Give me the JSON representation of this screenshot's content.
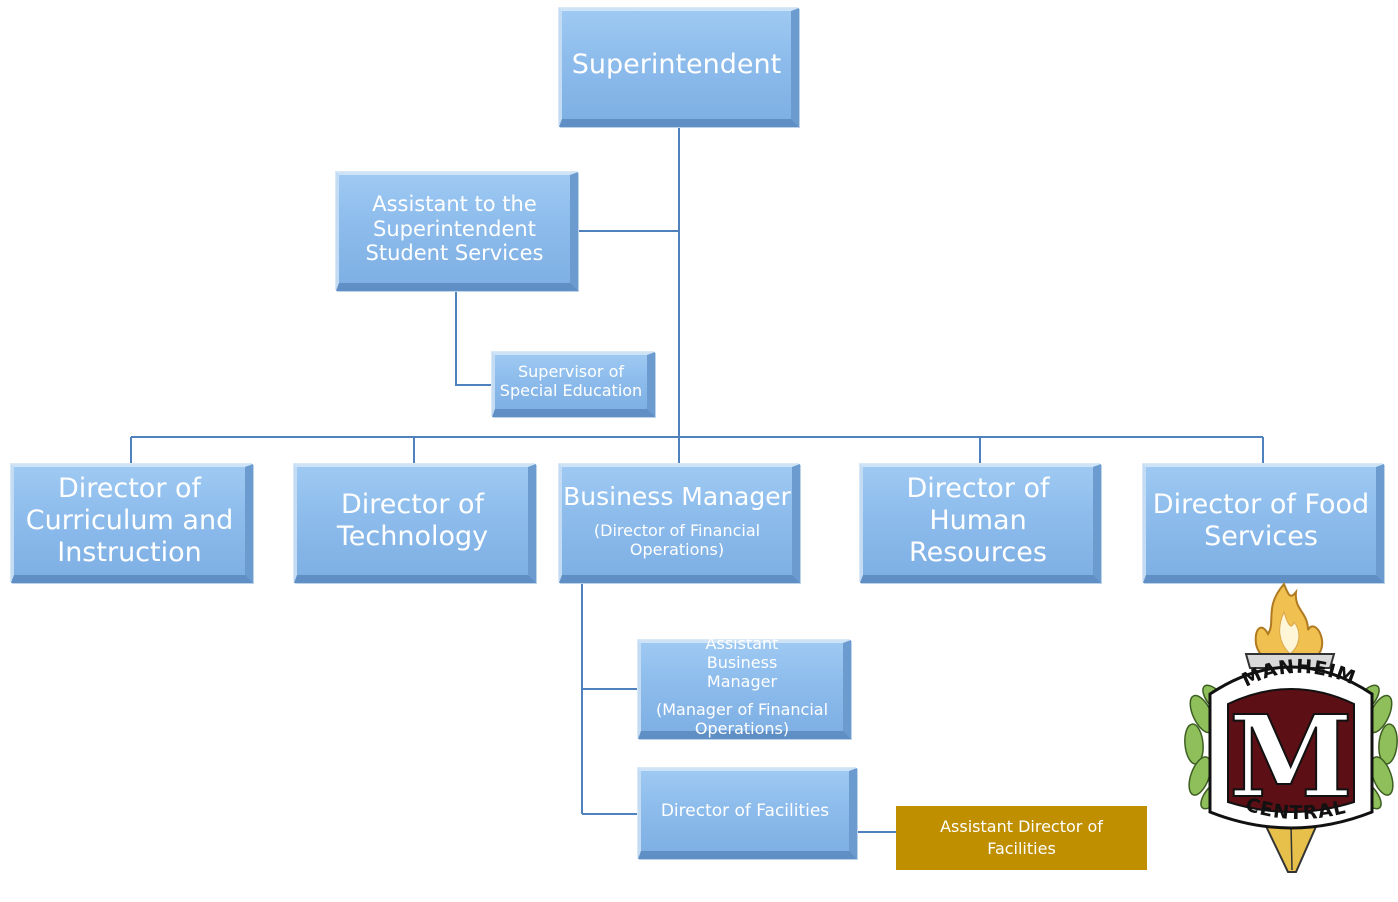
{
  "org_chart": {
    "superintendent": "Superintendent",
    "assistant_student_services": "Assistant to the Superintendent Student Services",
    "supervisor_special_ed": "Supervisor of Special Education",
    "dir_curriculum": "Director of Curriculum and Instruction",
    "dir_technology": "Director of Technology",
    "business_manager": {
      "title": "Business Manager",
      "subtitle": "(Director of Financial Operations)"
    },
    "dir_hr": "Director of Human Resources",
    "dir_food": "Director of Food Services",
    "asst_business_manager": {
      "title": "Assistant Business Manager",
      "subtitle": "(Manager of Financial Operations)"
    },
    "dir_facilities": "Director of Facilities",
    "asst_dir_facilities": "Assistant Director of Facilities"
  },
  "logo": {
    "top_text": "MANHEIM",
    "letter": "M",
    "bottom_text": "CENTRAL"
  },
  "colors": {
    "box_fill": "#8dbcec",
    "connector": "#4f81bd",
    "gold_box": "#bf8f00",
    "logo_maroon": "#5c0f14",
    "logo_leaf": "#8fbf5a",
    "logo_flame": "#f0c050"
  },
  "icons": {
    "logo": "manheim-central-torch-crest"
  }
}
